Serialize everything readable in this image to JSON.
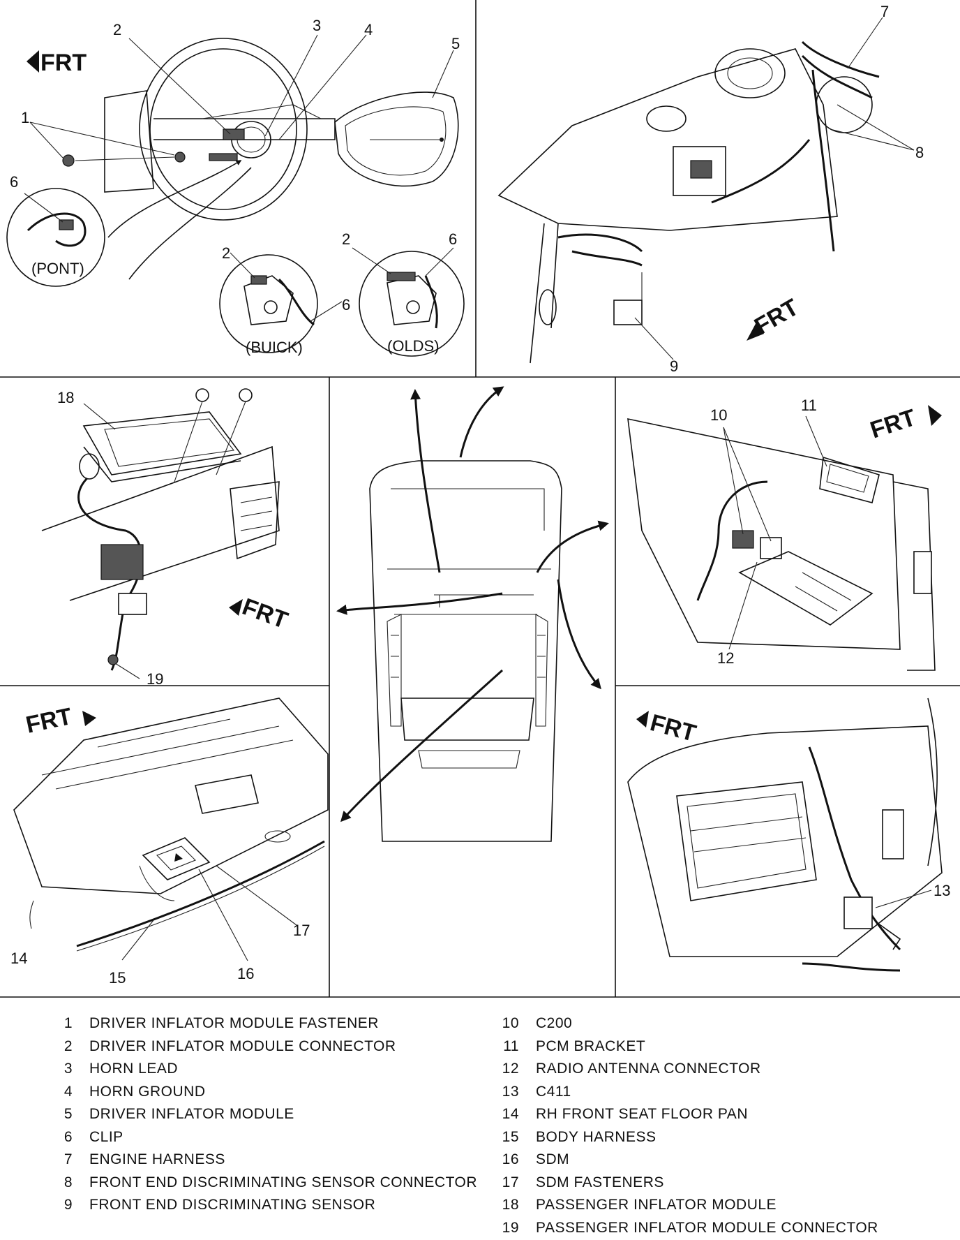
{
  "figure": {
    "frt": "FRT",
    "callouts": [
      "1",
      "2",
      "3",
      "4",
      "5",
      "6",
      "7",
      "8",
      "9",
      "10",
      "11",
      "12",
      "13",
      "14",
      "15",
      "16",
      "17",
      "18",
      "19"
    ],
    "variants": {
      "pont": "(PONT)",
      "buick": "(BUICK)",
      "olds": "(OLDS)"
    }
  },
  "legend": {
    "left": [
      {
        "num": "1",
        "text": "DRIVER INFLATOR MODULE FASTENER"
      },
      {
        "num": "2",
        "text": "DRIVER INFLATOR MODULE CONNECTOR"
      },
      {
        "num": "3",
        "text": "HORN LEAD"
      },
      {
        "num": "4",
        "text": "HORN GROUND"
      },
      {
        "num": "5",
        "text": "DRIVER INFLATOR MODULE"
      },
      {
        "num": "6",
        "text": "CLIP"
      },
      {
        "num": "7",
        "text": "ENGINE HARNESS"
      },
      {
        "num": "8",
        "text": "FRONT END DISCRIMINATING SENSOR CONNECTOR"
      },
      {
        "num": "9",
        "text": "FRONT END DISCRIMINATING SENSOR"
      }
    ],
    "right": [
      {
        "num": "10",
        "text": "C200"
      },
      {
        "num": "11",
        "text": "PCM BRACKET"
      },
      {
        "num": "12",
        "text": "RADIO ANTENNA CONNECTOR"
      },
      {
        "num": "13",
        "text": "C411"
      },
      {
        "num": "14",
        "text": "RH FRONT SEAT FLOOR PAN"
      },
      {
        "num": "15",
        "text": "BODY HARNESS"
      },
      {
        "num": "16",
        "text": "SDM"
      },
      {
        "num": "17",
        "text": "SDM FASTENERS"
      },
      {
        "num": "18",
        "text": "PASSENGER INFLATOR MODULE"
      },
      {
        "num": "19",
        "text": "PASSENGER INFLATOR MODULE CONNECTOR"
      }
    ]
  }
}
